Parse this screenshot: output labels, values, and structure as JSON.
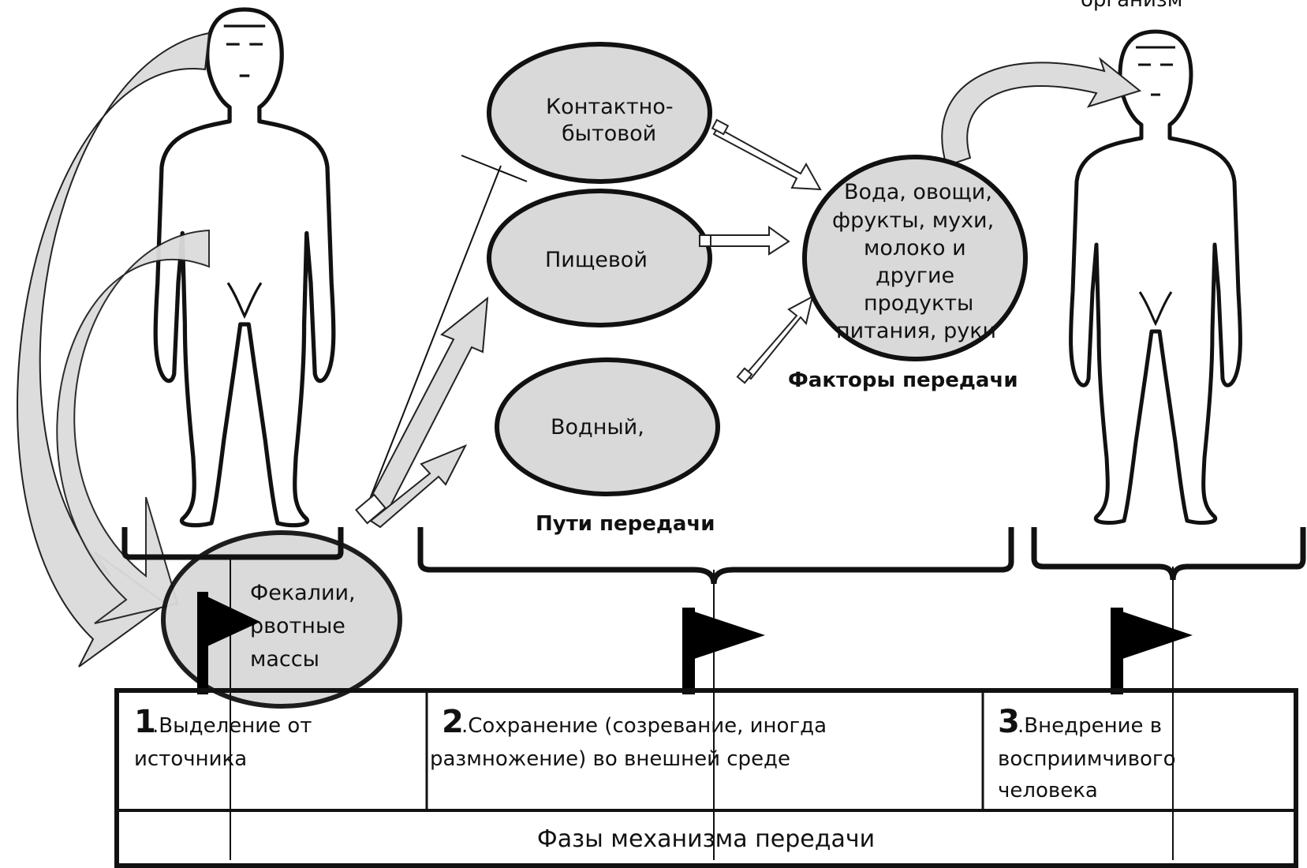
{
  "top_right_fragment": "организм",
  "source_ellipse_lines": [
    "Фекалии,",
    "рвотные",
    "массы"
  ],
  "routes": {
    "contact": [
      "Контактно-",
      "бытовой"
    ],
    "food": [
      "Пищевой"
    ],
    "water": [
      "Водный,"
    ]
  },
  "routes_label": "Пути передачи",
  "factors_lines": [
    "Вода, овощи,",
    "фрукты, мухи,",
    "молоко и",
    "другие",
    "продукты",
    "питания, руки"
  ],
  "factors_label": "Факторы передачи",
  "phases": [
    {
      "num": "1",
      "lines": [
        ".Выделение от",
        "источника"
      ]
    },
    {
      "num": "2",
      "lines": [
        ".Сохранение (созревание, иногда",
        "размножение) во внешней среде"
      ]
    },
    {
      "num": "3",
      "lines": [
        ".Внедрение в",
        "восприимчивого",
        "человека"
      ]
    }
  ],
  "phases_footer": "Фазы механизма передачи",
  "colors": {
    "ellipse_fill": "#d9d9d9",
    "stroke": "#000000",
    "arrow_fill": "#dcdcdc"
  }
}
